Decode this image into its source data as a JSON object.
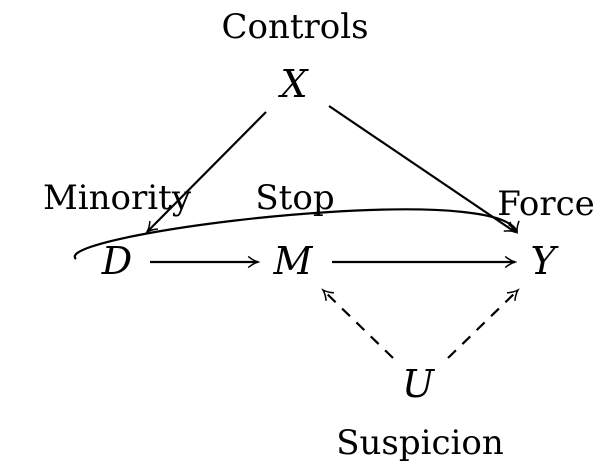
{
  "nodes": {
    "x": {
      "symbol": "X",
      "label": "Controls"
    },
    "d": {
      "symbol": "D",
      "label": "Minority"
    },
    "m": {
      "symbol": "M",
      "label": "Stop"
    },
    "y": {
      "symbol": "Y",
      "label": "Force"
    },
    "u": {
      "symbol": "U",
      "label": "Suspicion"
    }
  },
  "edges": [
    {
      "from": "X",
      "to": "D",
      "style": "solid"
    },
    {
      "from": "X",
      "to": "Y",
      "style": "solid"
    },
    {
      "from": "D",
      "to": "M",
      "style": "solid"
    },
    {
      "from": "M",
      "to": "Y",
      "style": "solid"
    },
    {
      "from": "D",
      "to": "Y",
      "style": "solid",
      "shape": "curved"
    },
    {
      "from": "U",
      "to": "M",
      "style": "dashed"
    },
    {
      "from": "U",
      "to": "Y",
      "style": "dashed"
    }
  ],
  "colors": {
    "ink": "#000000",
    "background": "#ffffff"
  }
}
